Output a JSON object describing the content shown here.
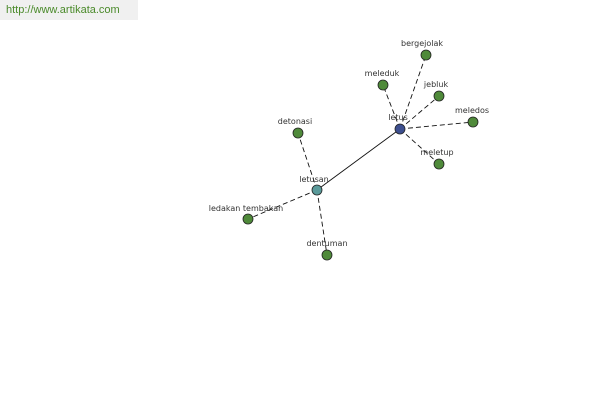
{
  "watermark": {
    "url_text": "http://www.artikata.com"
  },
  "colors": {
    "leaf_node": "#4f8a3a",
    "root_node": "#3d4f8f",
    "secondary_node": "#5a9a9a",
    "edge": "#111111",
    "banner_bg": "#f0f0f0",
    "url_text": "#4a8a2a"
  },
  "graph": {
    "nodes": [
      {
        "id": "letus",
        "label": "letus",
        "kind": "root"
      },
      {
        "id": "letusan",
        "label": "letusan",
        "kind": "secondary"
      },
      {
        "id": "bergejolak",
        "label": "bergejolak",
        "kind": "leaf"
      },
      {
        "id": "meleduk",
        "label": "meleduk",
        "kind": "leaf"
      },
      {
        "id": "jebluk",
        "label": "jebluk",
        "kind": "leaf"
      },
      {
        "id": "meledos",
        "label": "meledos",
        "kind": "leaf"
      },
      {
        "id": "meletup",
        "label": "meletup",
        "kind": "leaf"
      },
      {
        "id": "detonasi",
        "label": "detonasi",
        "kind": "leaf"
      },
      {
        "id": "ledakan-tembakan",
        "label": "ledakan tembakan",
        "kind": "leaf"
      },
      {
        "id": "dentuman",
        "label": "dentuman",
        "kind": "leaf"
      }
    ],
    "edges": [
      {
        "from": "letus",
        "to": "letusan",
        "style": "solid"
      },
      {
        "from": "letus",
        "to": "bergejolak",
        "style": "dashed"
      },
      {
        "from": "letus",
        "to": "meleduk",
        "style": "dashed"
      },
      {
        "from": "letus",
        "to": "jebluk",
        "style": "dashed"
      },
      {
        "from": "letus",
        "to": "meledos",
        "style": "dashed"
      },
      {
        "from": "letus",
        "to": "meletup",
        "style": "dashed"
      },
      {
        "from": "letusan",
        "to": "detonasi",
        "style": "dashed"
      },
      {
        "from": "letusan",
        "to": "ledakan-tembakan",
        "style": "dashed"
      },
      {
        "from": "letusan",
        "to": "dentuman",
        "style": "dashed"
      }
    ]
  }
}
